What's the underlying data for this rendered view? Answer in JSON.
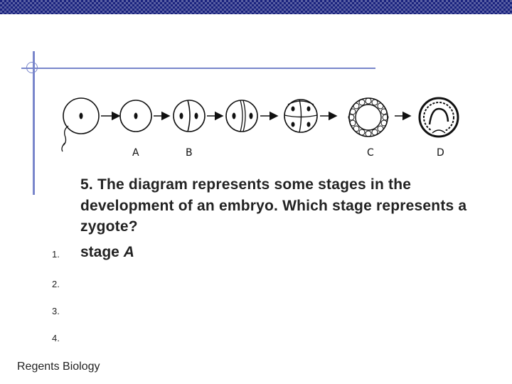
{
  "slide": {
    "question": "5. The diagram represents some stages in the development of an embryo. Which stage represents a zygote?",
    "answer_prefix": "stage",
    "answer_letter": "A",
    "choice_numbers": [
      "1.",
      "2.",
      "3.",
      "4."
    ],
    "footer": "Regents Biology"
  },
  "diagram": {
    "labels": [
      "A",
      "B",
      "C",
      "D"
    ]
  },
  "colors": {
    "header_bar": "#1a237e",
    "accent_lines": "#7986cb"
  }
}
